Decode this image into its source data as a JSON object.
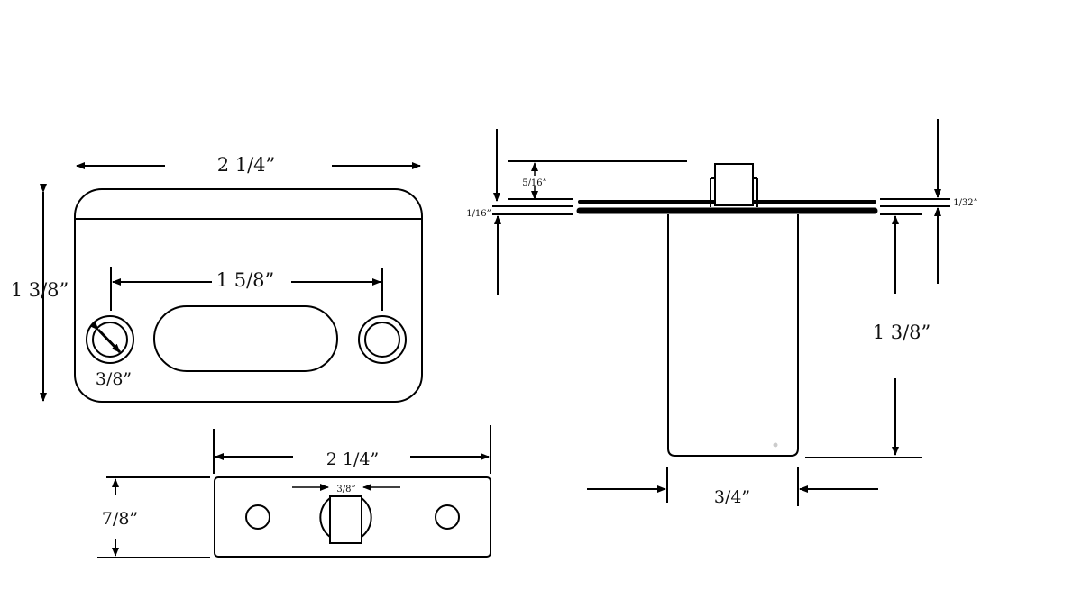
{
  "colors": {
    "line": "#000000",
    "background": "#ffffff"
  },
  "views": {
    "front": {
      "overall_width": "2 1/4”",
      "overall_height": "1 3/8”",
      "hole_spacing": "1 5/8”",
      "hole_diameter": "3/8”"
    },
    "bottom": {
      "overall_width": "2 1/4”",
      "depth": "7/8”",
      "latch_width": "3/8”"
    },
    "side": {
      "top_offset": "5/16”",
      "plate_thickness_left": "1/16”",
      "plate_thickness_right": "1/32”",
      "body_length": "1 3/8”",
      "body_width": "3/4”"
    }
  }
}
